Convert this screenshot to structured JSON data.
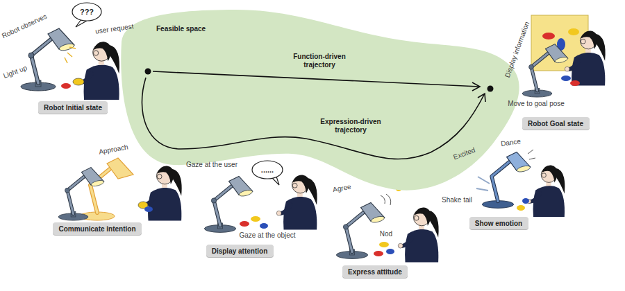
{
  "diagram": {
    "nodes": [
      {
        "text": [
          "Feasible space"
        ]
      },
      {
        "text": [
          "???"
        ]
      },
      {
        "text": [
          "Robot Initial state"
        ]
      },
      {
        "text": [
          "Communicate intention"
        ]
      },
      {
        "text": [
          "......"
        ]
      },
      {
        "text": [
          "Display attention"
        ]
      },
      {
        "text": [
          "Express attitude"
        ]
      },
      {
        "text": [
          "Show emotion"
        ]
      },
      {
        "text": [
          "Robot Goal state"
        ]
      }
    ],
    "labels": [
      "Robot observes",
      "user request",
      "Light up",
      "Function-driven trajectory",
      "Expression-driven trajectory",
      "Display information",
      "Move to goal pose",
      "Approach",
      "Gaze at the user",
      "Gaze at the object",
      "Agree",
      "Nod",
      "Excited",
      "Dance",
      "Shake tail"
    ]
  }
}
